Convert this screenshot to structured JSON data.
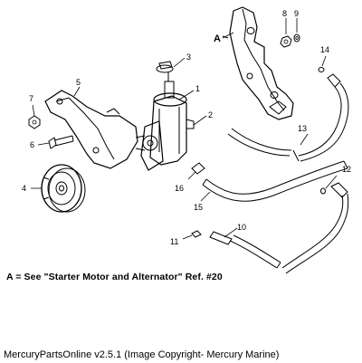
{
  "diagram": {
    "callouts": {
      "a": "A",
      "n1": "1",
      "n2": "2",
      "n3": "3",
      "n4": "4",
      "n5": "5",
      "n6": "6",
      "n7": "7",
      "n8": "8",
      "n9": "9",
      "n10": "10",
      "n11": "11",
      "n12": "12",
      "n13": "13",
      "n14": "14",
      "n15": "15",
      "n16": "16"
    }
  },
  "reference_note": "A = See \"Starter Motor and Alternator\" Ref. #20",
  "footer": {
    "credit": "MercuryPartsOnline v2.5.1 (Image Copyright- Mercury Marine)"
  }
}
